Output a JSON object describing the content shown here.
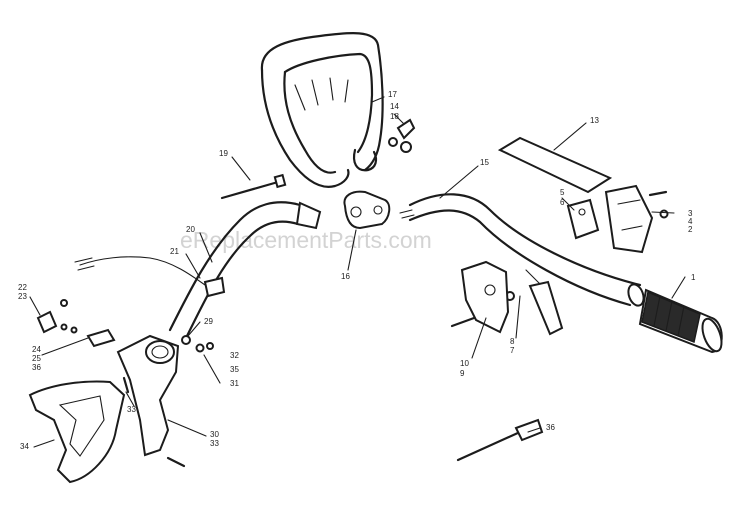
{
  "watermark": "eReplacementParts.com",
  "callouts": [
    {
      "id": "c1",
      "text": "1"
    },
    {
      "id": "c2",
      "text": "2"
    },
    {
      "id": "c3",
      "text": "3"
    },
    {
      "id": "c4",
      "text": "4"
    },
    {
      "id": "c5",
      "text": "5"
    },
    {
      "id": "c6",
      "text": "6"
    },
    {
      "id": "c7",
      "text": "7"
    },
    {
      "id": "c8",
      "text": "8"
    },
    {
      "id": "c9",
      "text": "9"
    },
    {
      "id": "c10",
      "text": "10"
    },
    {
      "id": "c13",
      "text": "13"
    },
    {
      "id": "c14",
      "text": "14"
    },
    {
      "id": "c15",
      "text": "15"
    },
    {
      "id": "c16",
      "text": "16"
    },
    {
      "id": "c17",
      "text": "17"
    },
    {
      "id": "c18",
      "text": "18"
    },
    {
      "id": "c19",
      "text": "19"
    },
    {
      "id": "c20",
      "text": "20"
    },
    {
      "id": "c21",
      "text": "21"
    },
    {
      "id": "c22",
      "text": "22"
    },
    {
      "id": "c23",
      "text": "23"
    },
    {
      "id": "c24",
      "text": "24"
    },
    {
      "id": "c25",
      "text": "25"
    },
    {
      "id": "c29",
      "text": "29"
    },
    {
      "id": "c30",
      "text": "30"
    },
    {
      "id": "c31",
      "text": "31"
    },
    {
      "id": "c32",
      "text": "32"
    },
    {
      "id": "c33a",
      "text": "33"
    },
    {
      "id": "c33b",
      "text": "33"
    },
    {
      "id": "c34",
      "text": "34"
    },
    {
      "id": "c35",
      "text": "35"
    },
    {
      "id": "c36a",
      "text": "36"
    },
    {
      "id": "c36b",
      "text": "36"
    }
  ]
}
